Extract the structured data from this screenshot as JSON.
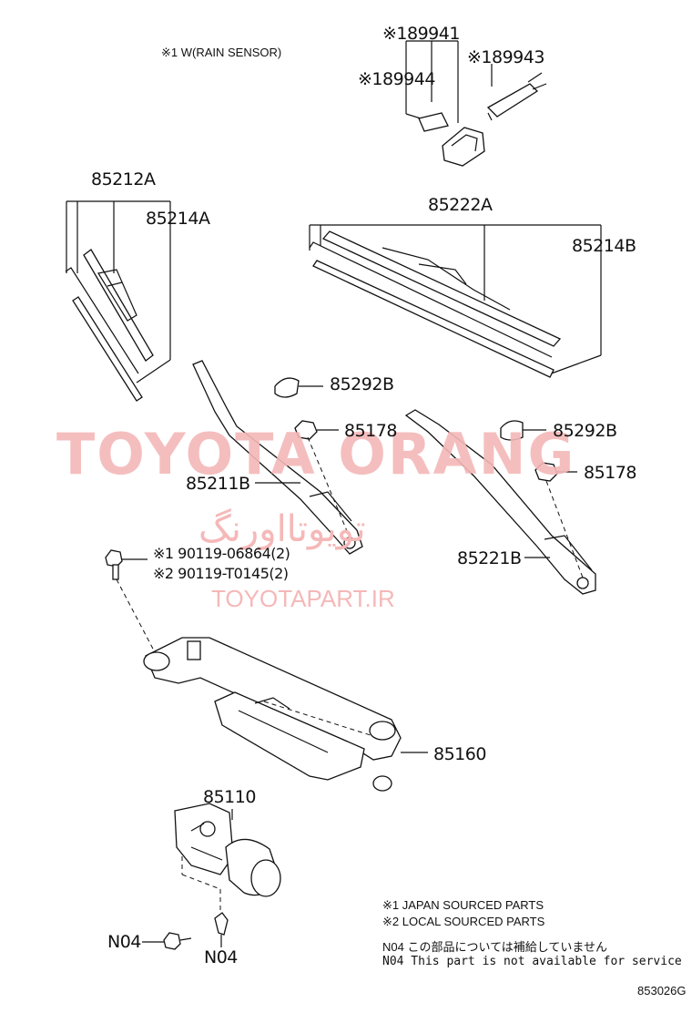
{
  "header": {
    "note_rain_sensor": "※1 W(RAIN SENSOR)"
  },
  "parts": {
    "p89941": "※189941",
    "p89943": "※189943",
    "p89944": "※189944",
    "p85212A": "85212A",
    "p85214A": "85214A",
    "p85222A": "85222A",
    "p85214B": "85214B",
    "p85292B_1": "85292B",
    "p85178_1": "85178",
    "p85211B": "85211B",
    "p85292B_2": "85292B",
    "p85178_2": "85178",
    "p85221B": "85221B",
    "bolt_1": "※1 90119-06864(2)",
    "bolt_2": "※2 90119-T0145(2)",
    "p85160": "85160",
    "p85110": "85110",
    "n04_a": "N04",
    "n04_b": "N04"
  },
  "watermark": {
    "brand": "TOYOTA ORANG",
    "farsi": "تویوتااورنگ",
    "url": "TOYOTAPART.IR"
  },
  "legend": {
    "line1": "※1 JAPAN SOURCED PARTS",
    "line2": "※2 LOCAL SOURCED PARTS",
    "line3": "N04 この部品については補給していません",
    "line4": "N04 This part is not available for service"
  },
  "footer": {
    "drawing_code": "853026G"
  }
}
